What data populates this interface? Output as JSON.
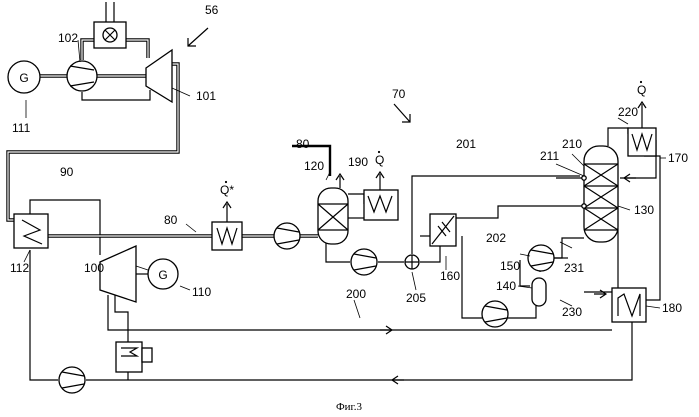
{
  "figure": {
    "caption": "Фиг.3",
    "heat_symbol": "Q",
    "heat_symbol_star": "Q*",
    "labels": {
      "l56": "56",
      "l70": "70",
      "l80a": "80",
      "l80b": "80",
      "l90": "90",
      "l100": "100",
      "l101": "101",
      "l102": "102",
      "l110": "110",
      "l111": "111",
      "l112": "112",
      "l120": "120",
      "l130": "130",
      "l140": "140",
      "l150": "150",
      "l160": "160",
      "l170": "170",
      "l180": "180",
      "l190": "190",
      "l200": "200",
      "l201": "201",
      "l202": "202",
      "l205": "205",
      "l210": "210",
      "l211": "211",
      "l220": "220",
      "l230": "230",
      "l231": "231"
    },
    "generator_symbol": "G"
  }
}
